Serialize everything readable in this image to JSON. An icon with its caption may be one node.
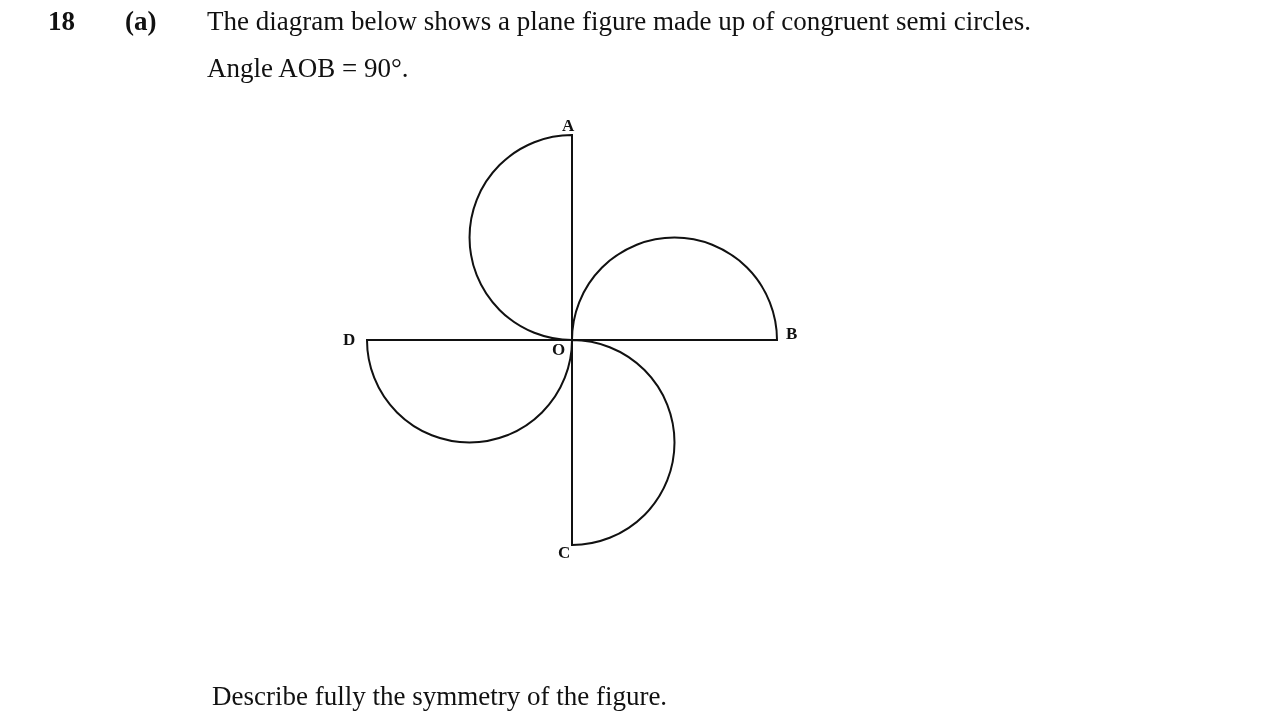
{
  "diagram": {
    "labels": [
      "18",
      "(a)",
      "The diagram below shows a plane figure made up of congruent semi circles.",
      "Angle AOB = 90°.",
      "A",
      "B",
      "D",
      "O",
      "C",
      "Describe fully the symmetry of the figure."
    ]
  }
}
